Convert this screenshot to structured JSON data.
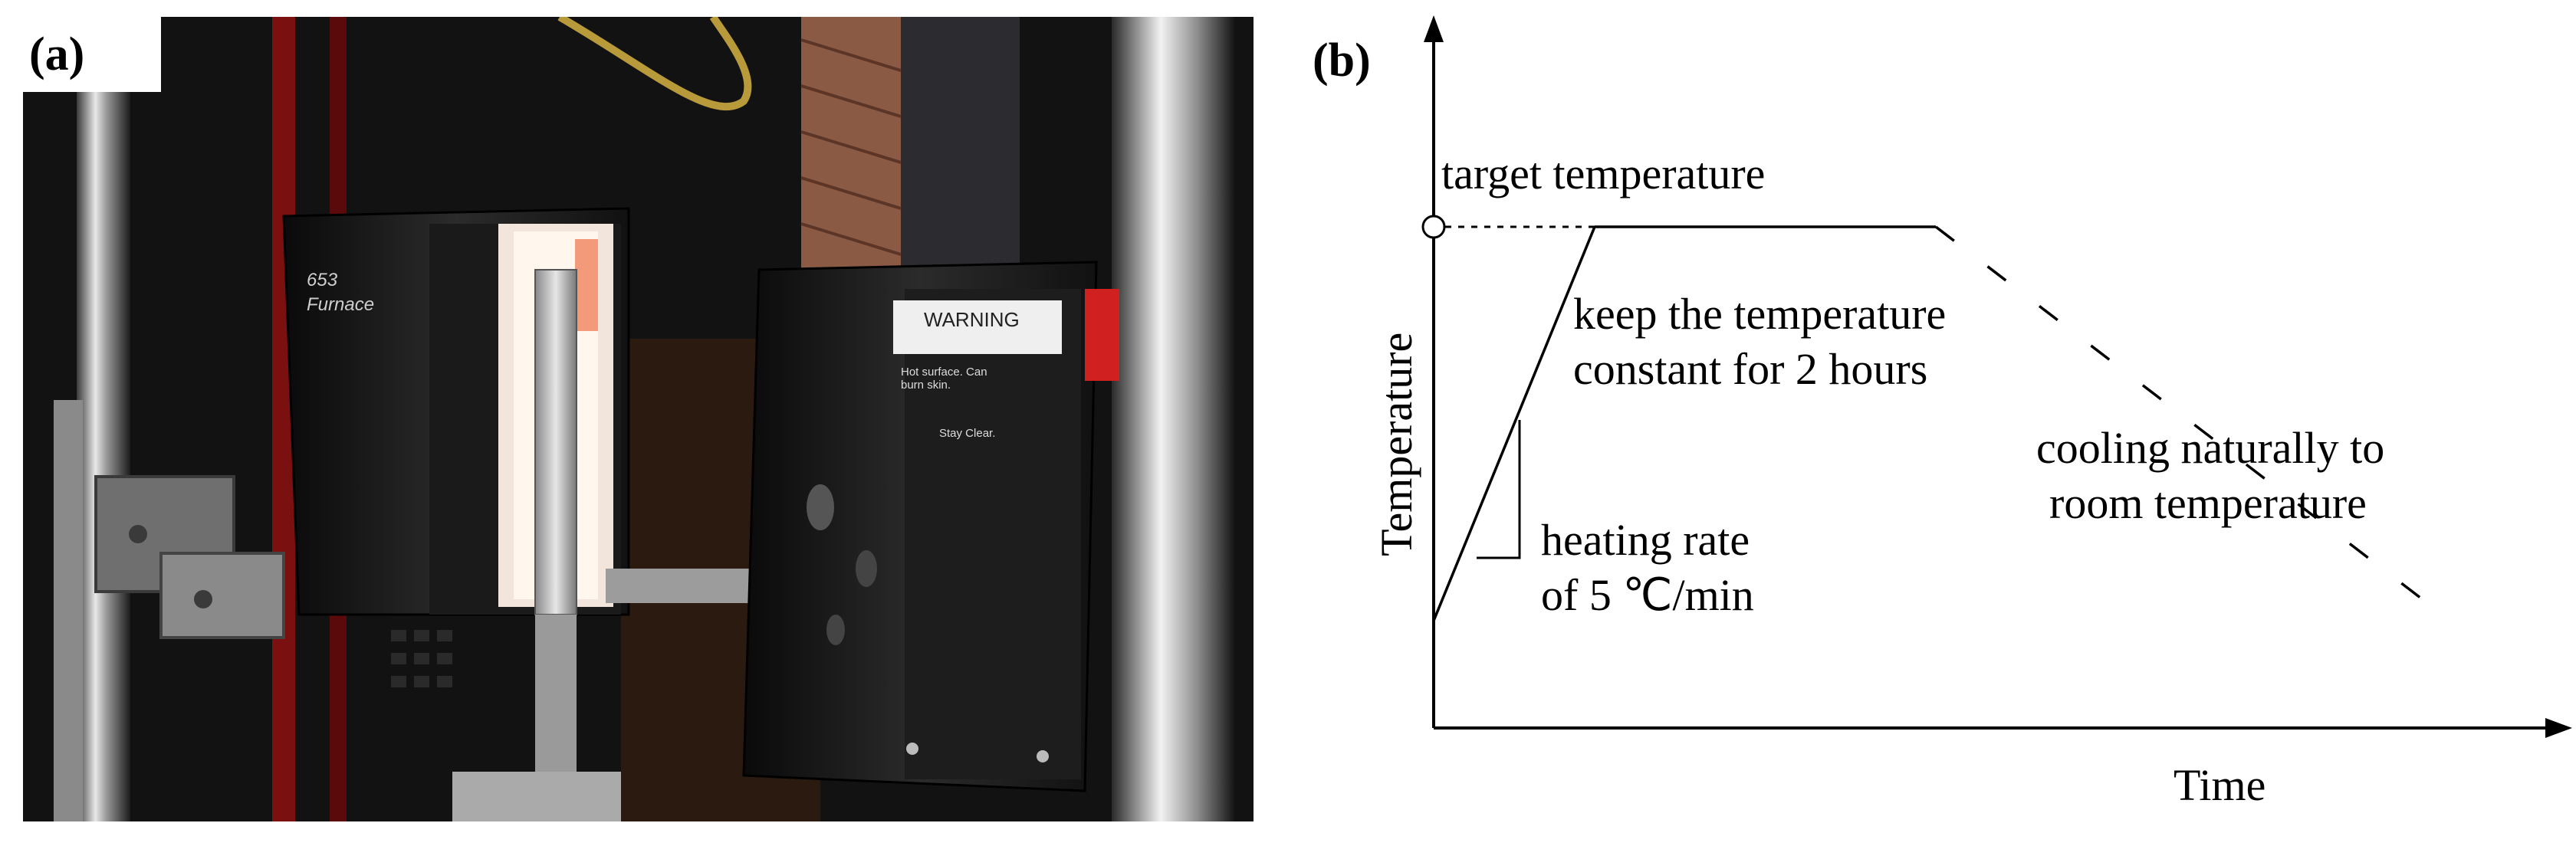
{
  "panel_a": {
    "label": "(a)",
    "furnace_model": "653",
    "furnace_name": "Furnace",
    "warning_label": "WARNING",
    "warning_text": "Hot surface. Can burn skin.",
    "warning_footer": "Stay Clear."
  },
  "panel_b": {
    "label": "(b)",
    "y_axis_label": "Temperature",
    "x_axis_label": "Time",
    "annotations": {
      "target": "target temperature",
      "hold_line1": "keep the temperature",
      "hold_line2": "constant for 2 hours",
      "cool_line1": "cooling naturally to",
      "cool_line2": "room temperature",
      "heat_line1": "heating rate",
      "heat_line2": "of 5 ℃/min"
    }
  },
  "chart_data": {
    "type": "line",
    "title": "",
    "xlabel": "Time",
    "ylabel": "Temperature",
    "series": [
      {
        "segment": "heating",
        "style": "solid",
        "label": "heating rate of 5 ℃/min"
      },
      {
        "segment": "hold",
        "style": "solid",
        "label": "keep the temperature constant for 2 hours"
      },
      {
        "segment": "cooling",
        "style": "dashed",
        "label": "cooling naturally to room temperature"
      }
    ],
    "reference_level": {
      "label": "target temperature",
      "style": "dotted"
    },
    "grid": false,
    "legend": "none"
  }
}
